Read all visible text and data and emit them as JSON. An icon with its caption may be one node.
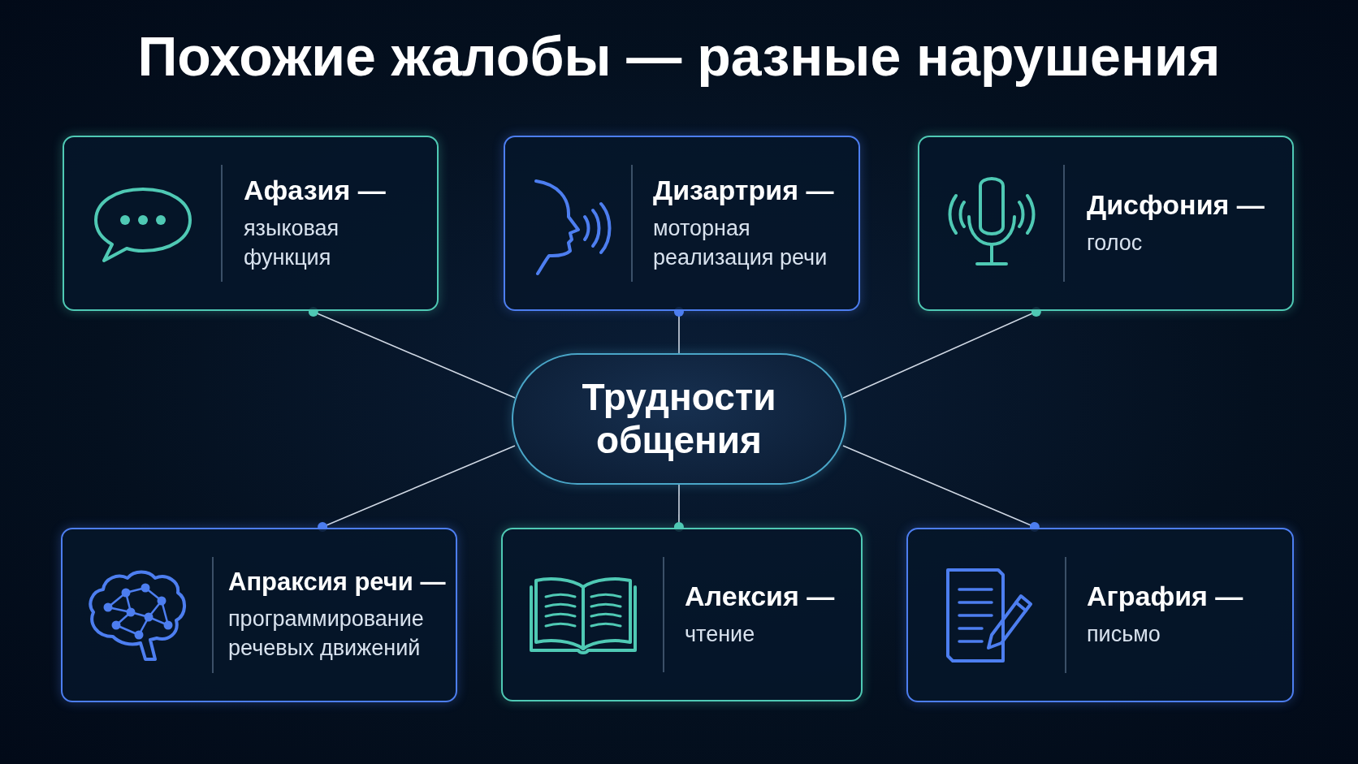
{
  "diagram": {
    "title": "Похожие жалобы — разные нарушения",
    "nodes": [
      {
        "text": [
          "Афазия —",
          "языковая функция"
        ]
      },
      {
        "text": [
          "Дизартрия —",
          "моторная реализация речи"
        ]
      },
      {
        "text": [
          "Дисфония —",
          "голос"
        ]
      },
      {
        "text": [
          "Трудности общения"
        ]
      },
      {
        "text": [
          "Апраксия речи —",
          "программирование речевых движений"
        ]
      },
      {
        "text": [
          "Алексия —",
          "чтение"
        ]
      },
      {
        "text": [
          "Аграфия —",
          "письмо"
        ]
      }
    ],
    "edges": [
      {
        "from": 3,
        "to": 0,
        "arrow": "other"
      },
      {
        "from": 3,
        "to": 1,
        "arrow": "other"
      },
      {
        "from": 3,
        "to": 2,
        "arrow": "other"
      },
      {
        "from": 3,
        "to": 4,
        "arrow": "other"
      },
      {
        "from": 3,
        "to": 5,
        "arrow": "other"
      },
      {
        "from": 3,
        "to": 6,
        "arrow": "other"
      }
    ]
  }
}
